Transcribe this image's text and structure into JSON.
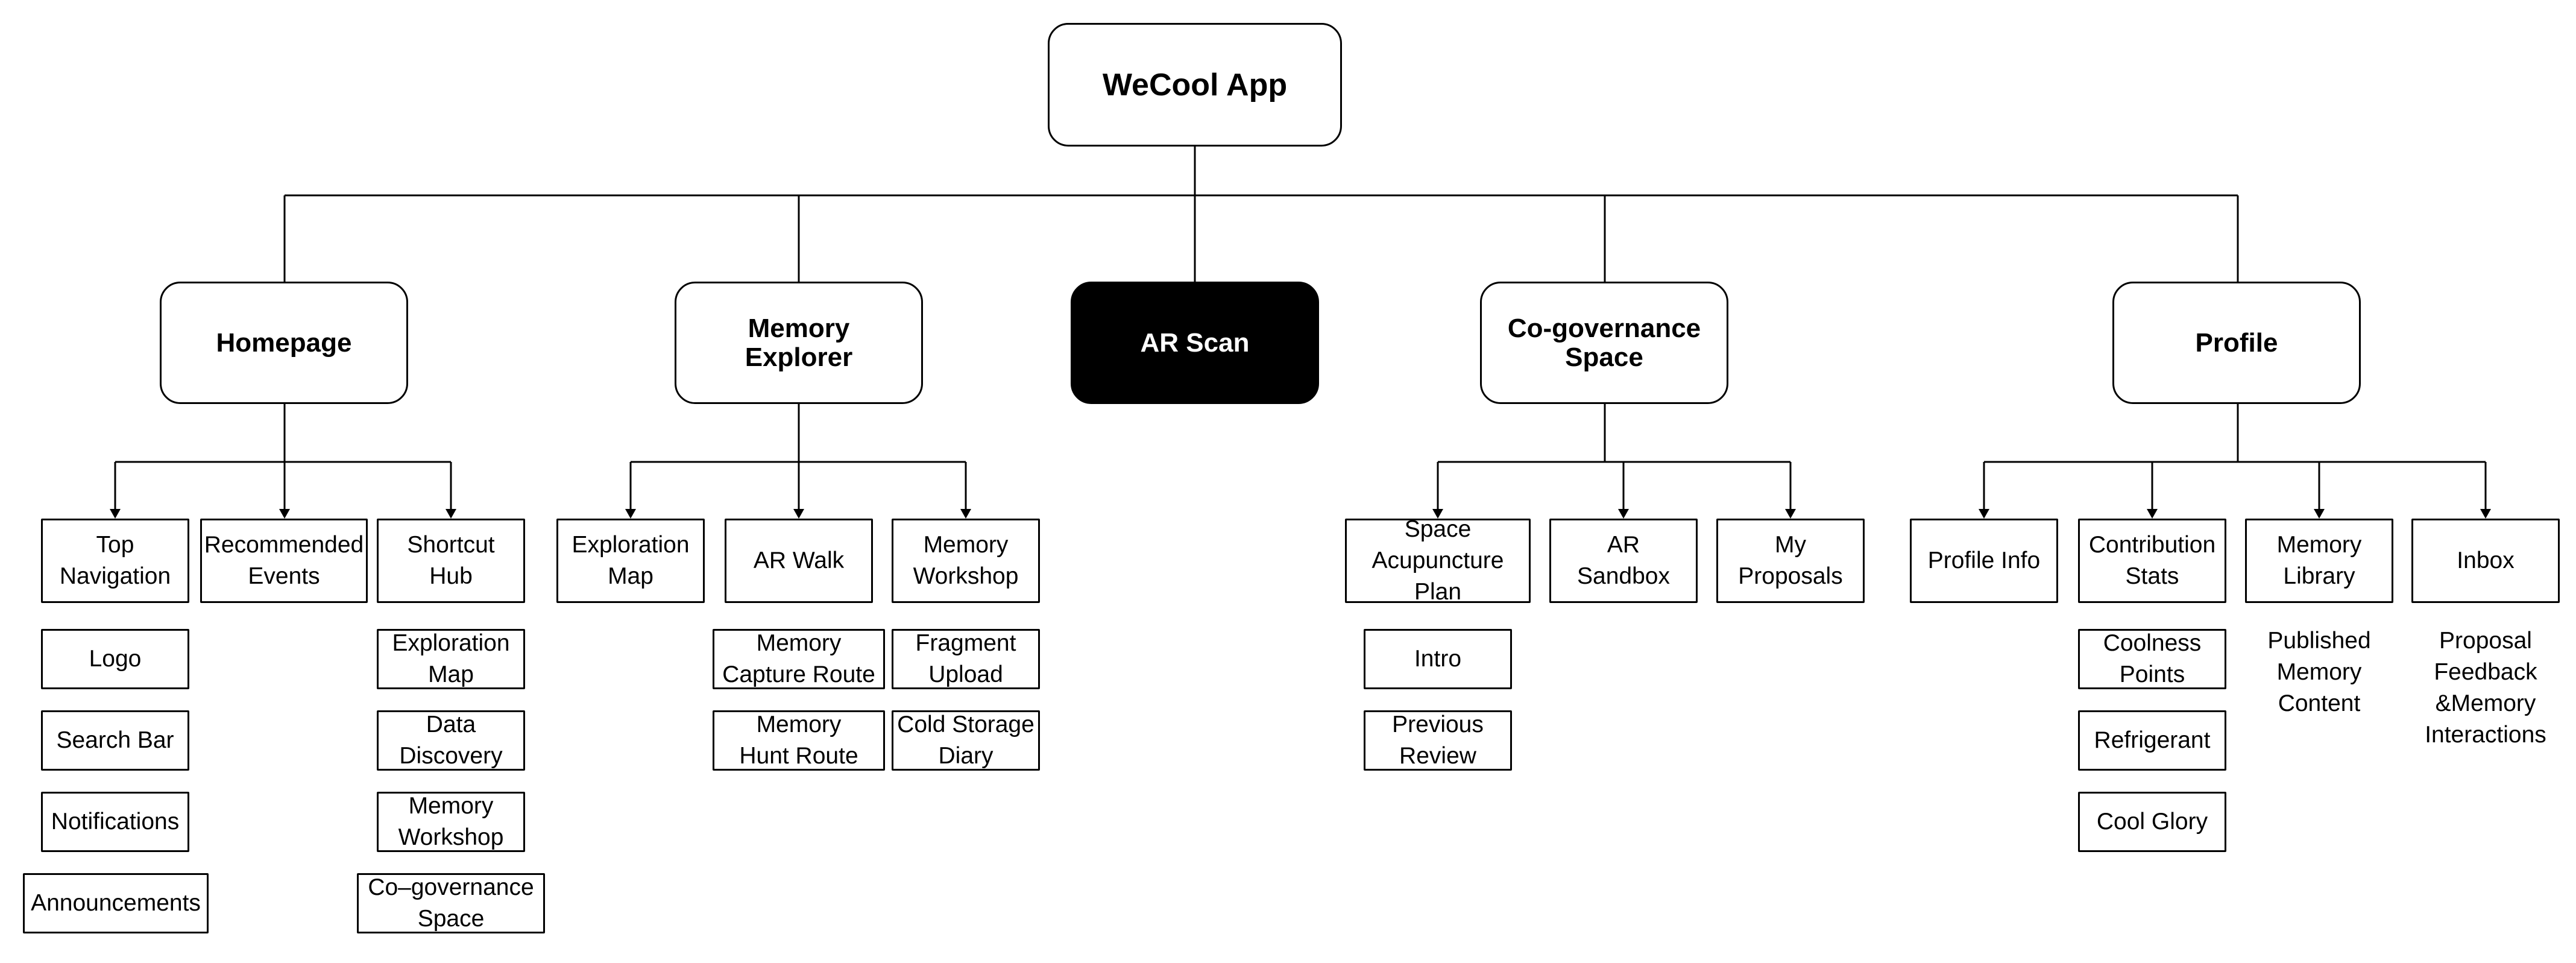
{
  "root": "WeCool App",
  "sections": {
    "homepage": "Homepage",
    "memory_explorer": "Memory\nExplorer",
    "ar_scan": "AR Scan",
    "cogovernance": "Co-governance\nSpace",
    "profile": "Profile"
  },
  "homepage": {
    "top_navigation": "Top\nNavigation",
    "recommended_events": "Recommended\nEvents",
    "shortcut_hub": "Shortcut\nHub",
    "logo": "Logo",
    "search_bar": "Search Bar",
    "notifications": "Notifications",
    "announcements": "Announcements",
    "exploration_map": "Exploration\nMap",
    "data_discovery": "Data\nDiscovery",
    "memory_workshop": "Memory\nWorkshop",
    "cogovernance_space": "Co–governance\nSpace"
  },
  "memory_explorer": {
    "exploration_map": "Exploration\nMap",
    "ar_walk": "AR Walk",
    "memory_workshop": "Memory\nWorkshop",
    "memory_capture_route": "Memory\nCapture Route",
    "memory_hunt_route": "Memory\nHunt Route",
    "fragment_upload": "Fragment\nUpload",
    "cold_storage_diary": "Cold Storage\nDiary"
  },
  "cogovernance": {
    "space_acupuncture_plan": "Space\nAcupuncture\nPlan",
    "ar_sandbox": "AR\nSandbox",
    "my_proposals": "My\nProposals",
    "intro": "Intro",
    "previous_review": "Previous\nReview"
  },
  "profile": {
    "profile_info": "Profile Info",
    "contribution_stats": "Contribution\nStats",
    "memory_library": "Memory\nLibrary",
    "inbox": "Inbox",
    "coolness_points": "Coolness\nPoints",
    "refrigerant": "Refrigerant",
    "cool_glory": "Cool Glory",
    "published_memory_content": "Published\nMemory\nContent",
    "proposal_feedback": "Proposal\nFeedback\n&Memory\nInteractions"
  },
  "colors": {
    "line": "#000000",
    "ar_scan_fill": "#000000",
    "ar_scan_text": "#ffffff"
  }
}
